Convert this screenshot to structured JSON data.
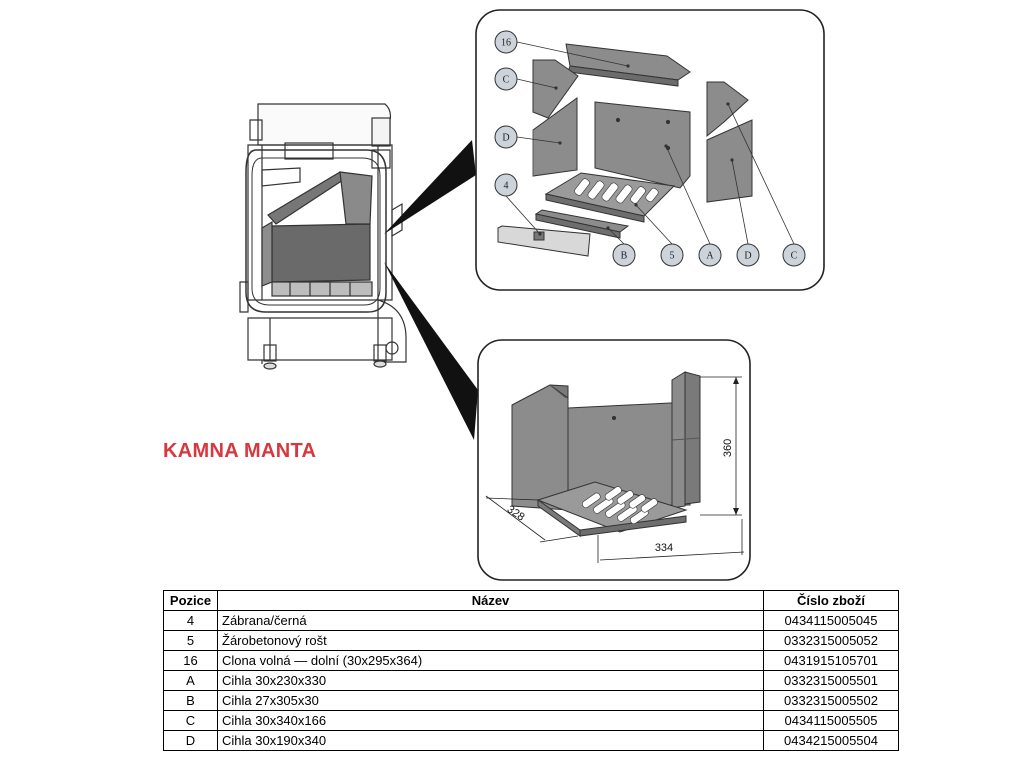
{
  "title": "KAMNA MANTA",
  "callouts": {
    "c16": "16",
    "cC1": "C",
    "cD1": "D",
    "c4": "4",
    "cB": "B",
    "c5": "5",
    "cA": "A",
    "cD2": "D",
    "cC2": "C"
  },
  "dimensions": {
    "height": "360",
    "depth": "328",
    "width": "334"
  },
  "table": {
    "headers": [
      "Pozice",
      "Název",
      "Číslo zboží"
    ],
    "rows": [
      {
        "pos": "4",
        "name": "Zábrana/černá",
        "code": "0434115005045"
      },
      {
        "pos": "5",
        "name": "Žárobetonový rošt",
        "code": "0332315005052"
      },
      {
        "pos": "16",
        "name": "Clona volná — dolní (30x295x364)",
        "code": "0431915105701"
      },
      {
        "pos": "A",
        "name": "Cihla 30x230x330",
        "code": "0332315005501"
      },
      {
        "pos": "B",
        "name": "Cihla 27x305x30",
        "code": "0332315005502"
      },
      {
        "pos": "C",
        "name": "Cihla 30x340x166",
        "code": "0434115005505"
      },
      {
        "pos": "D",
        "name": "Cihla 30x190x340",
        "code": "0434215005504"
      }
    ]
  }
}
